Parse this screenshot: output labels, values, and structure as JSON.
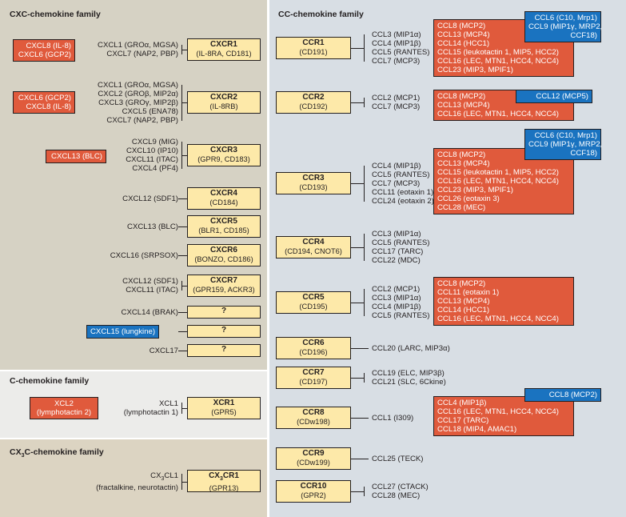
{
  "colors": {
    "cxc_bg": "#d6d2c4",
    "c_bg": "#ececea",
    "cx3c_bg": "#dcd4c2",
    "cc_bg": "#d8dee4",
    "receptor": "#fde9a9",
    "decoy_red": "#e05a3c",
    "decoy_blue": "#1a73c0"
  },
  "cxc": {
    "title": "CXC-chemokine family",
    "rows": [
      {
        "ligands": [
          "CXCL1 (GROα, MGSA)",
          "CXCL7 (NAP2, PBP)"
        ],
        "receptor": "CXCR1",
        "alias": "(IL-8RA, CD181)",
        "red": [
          "CXCL8 (IL-8)",
          "CXCL6 (GCP2)"
        ]
      },
      {
        "ligands": [
          "CXCL1 (GROα, MGSA)",
          "CXCL2 (GROβ, MIP2α)",
          "CXCL3 (GROγ, MIP2β)",
          "CXCL5 (ENA78)",
          "CXCL7 (NAP2, PBP)"
        ],
        "receptor": "CXCR2",
        "alias": "(IL-8RB)",
        "red": [
          "CXCL6 (GCP2)",
          "CXCL8 (IL-8)"
        ]
      },
      {
        "ligands": [
          "CXCL9 (MIG)",
          "CXCL10 (IP10)",
          "CXCL11 (ITAC)",
          "CXCL4 (PF4)"
        ],
        "receptor": "CXCR3",
        "alias": "(GPR9, CD183)",
        "red": [
          "CXCL13 (BLC)"
        ]
      },
      {
        "ligands": [
          "CXCL12 (SDF1)"
        ],
        "receptor": "CXCR4",
        "alias": "(CD184)"
      },
      {
        "ligands": [
          "CXCL13 (BLC)"
        ],
        "receptor": "CXCR5",
        "alias": "(BLR1, CD185)"
      },
      {
        "ligands": [
          "CXCL16 (SRPSOX)"
        ],
        "receptor": "CXCR6",
        "alias": "(BONZO, CD186)"
      },
      {
        "ligands": [
          "CXCL12 (SDF1)",
          "CXCL11 (ITAC)"
        ],
        "receptor": "CXCR7",
        "alias": "(GPR159, ACKR3)"
      },
      {
        "ligands": [
          "CXCL14 (BRAK)"
        ],
        "receptor": "?"
      },
      {
        "ligands": [],
        "receptor": "?",
        "blue": [
          "CXCL15 (lungkine)"
        ]
      },
      {
        "ligands": [
          "CXCL17"
        ],
        "receptor": "?"
      }
    ]
  },
  "c": {
    "title": "C-chemokine family",
    "rows": [
      {
        "ligands": [
          "XCL1",
          "(lymphotactin 1)"
        ],
        "receptor": "XCR1",
        "alias": "(GPR5)",
        "red": [
          "XCL2",
          "(lymphotactin 2)"
        ]
      }
    ]
  },
  "cx3c": {
    "title_pre": "CX",
    "title_sub": "3",
    "title_post": "C-chemokine family",
    "rows": [
      {
        "lig_pre": "CX",
        "lig_sub": "3",
        "lig_post": "CL1",
        "lig2": "(fractalkine, neurotactin)",
        "rec_pre": "CX",
        "rec_sub": "3",
        "rec_post": "CR1",
        "alias": "(GPR13)"
      }
    ]
  },
  "cc": {
    "title": "CC-chemokine family",
    "rows": [
      {
        "receptor": "CCR1",
        "alias": "(CD191)",
        "ligands": [
          "CCL3 (MIP1α)",
          "CCL4 (MIP1β)",
          "CCL5 (RANTES)",
          "CCL7 (MCP3)"
        ],
        "red": [
          "CCL8 (MCP2)",
          "CCL13 (MCP4)",
          "CCL14 (HCC1)",
          "CCL15 (leukotactin 1, MIP5, HCC2)",
          "CCL16 (LEC, MTN1, HCC4, NCC4)",
          "CCL23 (MIP3, MPIF1)"
        ],
        "blue": [
          "CCL6 (C10, Mrp1)",
          "CCL9 (MIP1γ, MRP2,",
          "CCF18)"
        ]
      },
      {
        "receptor": "CCR2",
        "alias": "(CD192)",
        "ligands": [
          "CCL2 (MCP1)",
          "CCL7 (MCP3)"
        ],
        "red": [
          "CCL8 (MCP2)",
          "CCL13 (MCP4)",
          "CCL16 (LEC, MTN1, HCC4, NCC4)"
        ],
        "blue": [
          "CCL12 (MCP5)"
        ]
      },
      {
        "receptor": "CCR3",
        "alias": "(CD193)",
        "ligands": [
          "CCL4 (MIP1β)",
          "CCL5 (RANTES)",
          "CCL7 (MCP3)",
          "CCL11 (eotaxin 1)",
          "CCL24 (eotaxin 2)"
        ],
        "red": [
          "CCL8 (MCP2)",
          "CCL13 (MCP4)",
          "CCL15 (leukotactin 1, MIP5, HCC2)",
          "CCL16 (LEC, MTN1, HCC4, NCC4)",
          "CCL23 (MIP3, MPIF1)",
          "CCL26 (eotaxin 3)",
          "CCL28 (MEC)"
        ],
        "blue": [
          "CCL6 (C10, Mrp1)",
          "CCL9 (MIP1γ, MRP2,",
          "CCF18)"
        ]
      },
      {
        "receptor": "CCR4",
        "alias": "(CD194, CNOT6)",
        "ligands": [
          "CCL3 (MIP1α)",
          "CCL5 (RANTES)",
          "CCL17 (TARC)",
          "CCL22 (MDC)"
        ]
      },
      {
        "receptor": "CCR5",
        "alias": "(CD195)",
        "ligands": [
          "CCL2 (MCP1)",
          "CCL3 (MIP1α)",
          "CCL4 (MIP1β)",
          "CCL5 (RANTES)"
        ],
        "red": [
          "CCL8 (MCP2)",
          "CCL11 (eotaxin 1)",
          "CCL13 (MCP4)",
          "CCL14 (HCC1)",
          "CCL16 (LEC, MTN1, HCC4, NCC4)"
        ]
      },
      {
        "receptor": "CCR6",
        "alias": "(CD196)",
        "ligands": [
          "CCL20 (LARC, MIP3α)"
        ]
      },
      {
        "receptor": "CCR7",
        "alias": "(CD197)",
        "ligands": [
          "CCL19 (ELC, MIP3β)",
          "CCL21 (SLC, 6Ckine)"
        ]
      },
      {
        "receptor": "CCR8",
        "alias": "(CDw198)",
        "ligands": [
          "CCL1 (I309)"
        ],
        "red": [
          "CCL4 (MIP1β)",
          "CCL16 (LEC, MTN1, HCC4, NCC4)",
          "CCL17 (TARC)",
          "CCL18 (MIP4, AMAC1)"
        ],
        "blue": [
          "CCL8 (MCP2)"
        ]
      },
      {
        "receptor": "CCR9",
        "alias": "(CDw199)",
        "ligands": [
          "CCL25 (TECK)"
        ]
      },
      {
        "receptor": "CCR10",
        "alias": "(GPR2)",
        "ligands": [
          "CCL27 (CTACK)",
          "CCL28 (MEC)"
        ]
      }
    ]
  }
}
